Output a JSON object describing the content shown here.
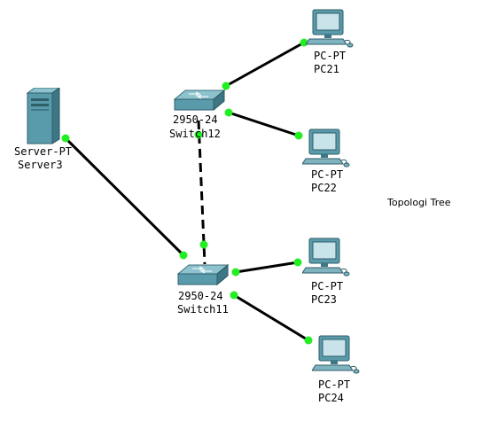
{
  "diagram": {
    "title": "Topologi Tree",
    "devices": {
      "server3": {
        "model": "Server-PT",
        "name": "Server3",
        "icon": "server-icon"
      },
      "switch12": {
        "model": "2950-24",
        "name": "Switch12",
        "icon": "switch-icon"
      },
      "switch11": {
        "model": "2950-24",
        "name": "Switch11",
        "icon": "switch-icon"
      },
      "pc21": {
        "model": "PC-PT",
        "name": "PC21",
        "icon": "pc-icon"
      },
      "pc22": {
        "model": "PC-PT",
        "name": "PC22",
        "icon": "pc-icon"
      },
      "pc23": {
        "model": "PC-PT",
        "name": "PC23",
        "icon": "pc-icon"
      },
      "pc24": {
        "model": "PC-PT",
        "name": "PC24",
        "icon": "pc-icon"
      }
    },
    "links": [
      {
        "from": "switch12",
        "to": "pc21",
        "style": "straight-through"
      },
      {
        "from": "switch12",
        "to": "pc22",
        "style": "straight-through"
      },
      {
        "from": "switch12",
        "to": "switch11",
        "style": "crossover"
      },
      {
        "from": "server3",
        "to": "switch11",
        "style": "straight-through"
      },
      {
        "from": "switch11",
        "to": "pc23",
        "style": "straight-through"
      },
      {
        "from": "switch11",
        "to": "pc24",
        "style": "straight-through"
      }
    ],
    "colors": {
      "link": "#000000",
      "port_up": "#22ee22",
      "device_teal": "#5a9bab"
    }
  }
}
